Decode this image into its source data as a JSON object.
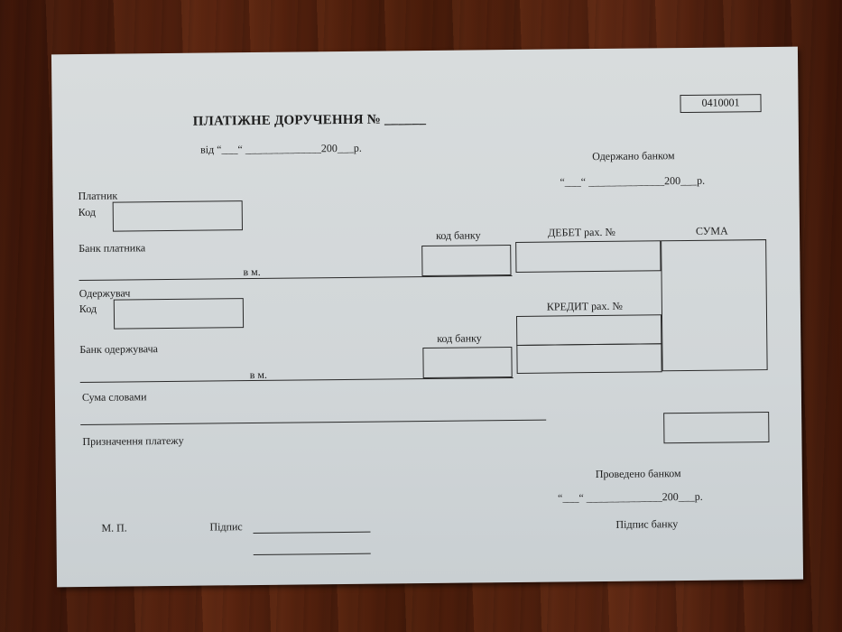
{
  "form": {
    "code": "0410001",
    "title": "ПЛАТІЖНЕ ДОРУЧЕННЯ № ______",
    "date_line": "від “___“ ______________200___р.",
    "received_by_bank": "Одержано банком",
    "received_date": "“___“ ______________200___р.",
    "payer_label": "Платник",
    "code_label": "Код",
    "payer_bank_label": "Банк платника",
    "in_city_label": "в м.",
    "bank_code_label": "код банку",
    "debit_label": "ДЕБЕТ рах. №",
    "sum_label": "СУМА",
    "recipient_label": "Одержувач",
    "credit_label": "КРЕДИТ рах. №",
    "recipient_bank_label": "Банк одержувача",
    "sum_words_label": "Сума словами",
    "purpose_label": "Призначення платежу",
    "processed_by_bank": "Проведено банком",
    "processed_date": "“___“ ______________200___р.",
    "stamp_label": "М. П.",
    "signature_label": "Підпис",
    "signature_line": "__________________",
    "bank_signature_label": "Підпис банку"
  }
}
